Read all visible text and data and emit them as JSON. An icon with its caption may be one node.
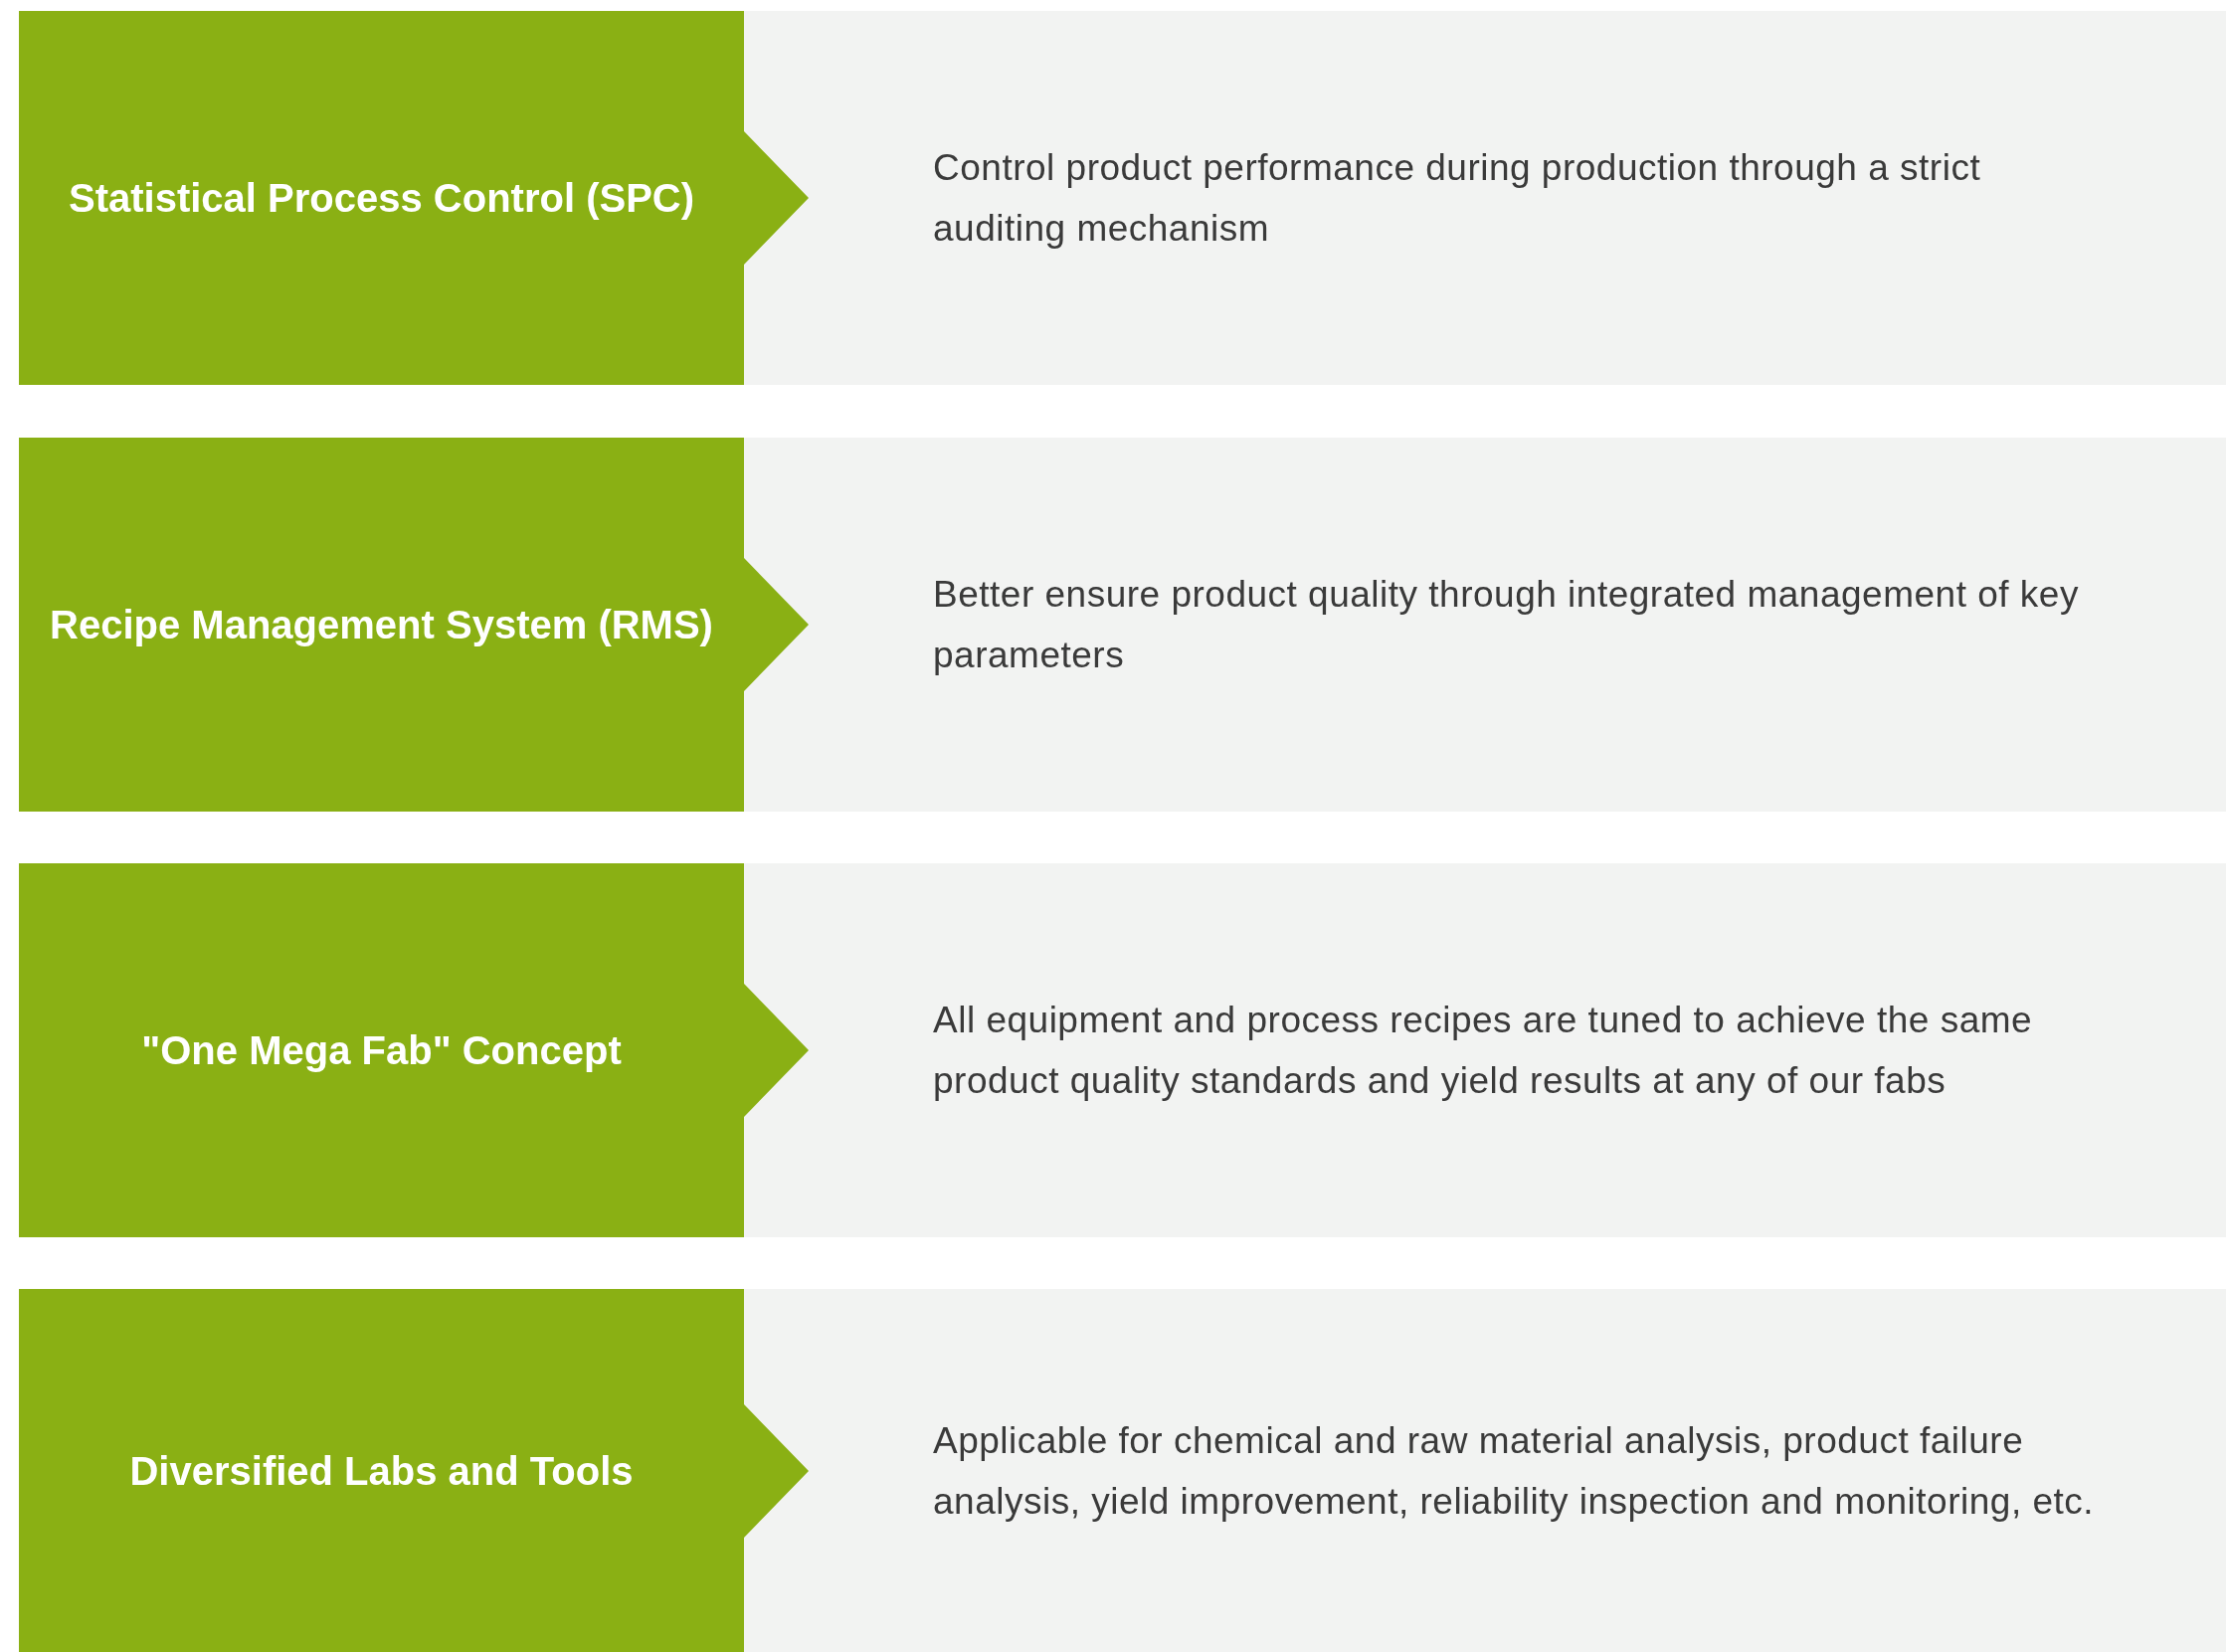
{
  "diagram": {
    "nodes": [
      {
        "text": [
          "Statistical Process Control (SPC)"
        ]
      },
      {
        "text": [
          "Control product performance during production through a strict auditing mechanism"
        ]
      },
      {
        "text": [
          "Recipe Management System (RMS)"
        ]
      },
      {
        "text": [
          "Better ensure product quality through integrated management of key parameters"
        ]
      },
      {
        "text": [
          "\"One Mega Fab\" Concept"
        ]
      },
      {
        "text": [
          "All equipment and process recipes are tuned to achieve the same product quality standards and yield results at any of our fabs"
        ]
      },
      {
        "text": [
          "Diversified Labs and Tools"
        ]
      },
      {
        "text": [
          "Applicable for chemical and raw material analysis, product failure analysis, yield improvement, reliability inspection and monitoring, etc."
        ]
      }
    ]
  }
}
